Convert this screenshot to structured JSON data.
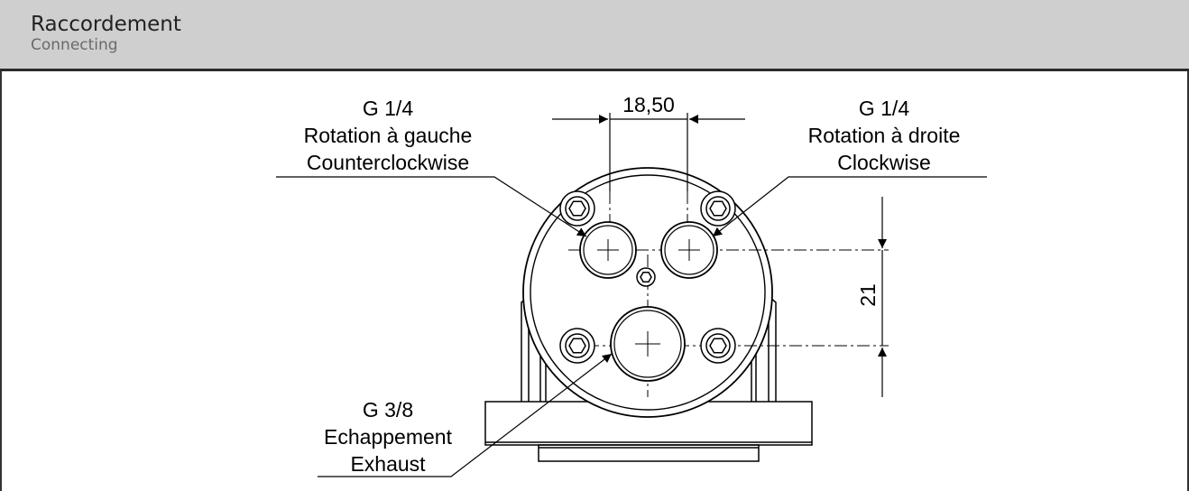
{
  "header": {
    "title_fr": "Raccordement",
    "title_en": "Connecting"
  },
  "drawing": {
    "dimensions": {
      "port_spacing": "18,50",
      "vertical_spacing": "21"
    },
    "callouts": {
      "left_port": {
        "thread": "G 1/4",
        "label_fr": "Rotation à gauche",
        "label_en": "Counterclockwise"
      },
      "right_port": {
        "thread": "G 1/4",
        "label_fr": "Rotation à droite",
        "label_en": "Clockwise"
      },
      "exhaust_port": {
        "thread": "G 3/8",
        "label_fr": "Echappement",
        "label_en": "Exhaust"
      }
    }
  }
}
